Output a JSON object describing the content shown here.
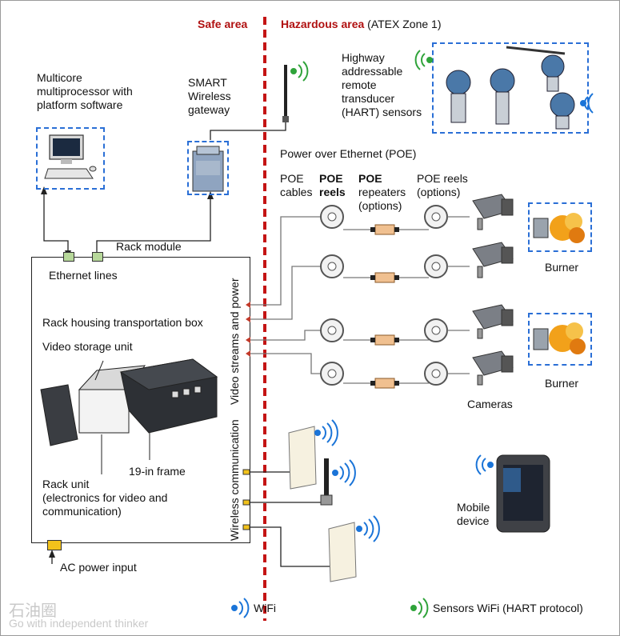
{
  "zones": {
    "safe": "Safe area",
    "hazardous": "Hazardous area",
    "hazardous_note": "(ATEX Zone 1)"
  },
  "labels": {
    "multicore": "Multicore\nmultiprocessor with\nplatform software",
    "gateway": "SMART\nWireless\ngateway",
    "hart": "Highway\naddressable\nremote\ntransducer\n(HART) sensors",
    "poe": "Power over Ethernet (POE)",
    "poe_cables": "POE\ncables",
    "poe_reels": "POE\nreels",
    "poe_repeaters_a": "POE",
    "poe_repeaters_b": "repeaters\n(options)",
    "poe_reels_opt": "POE reels\n(options)",
    "rack_module": "Rack module",
    "ethernet": "Ethernet lines",
    "rack_housing": "Rack housing transportation box",
    "video_storage": "Video storage unit",
    "frame": "19-in frame",
    "rack_unit": "Rack unit\n(electronics for video and\ncommunication)",
    "video_streams": "Video streams and power",
    "wireless_comm": "Wireless communication",
    "burner_1": "Burner",
    "burner_2": "Burner",
    "cameras": "Cameras",
    "mobile": "Mobile\ndevice",
    "ac_power": "AC power input"
  },
  "legend": {
    "wifi": "WiFi",
    "sensors_wifi": "Sensors WiFi (HART protocol)"
  },
  "watermark": {
    "brand": "石油圈",
    "tagline": "Go with independent thinker"
  },
  "icons": {
    "wifi": "wifi-blue-icon",
    "hart_wifi": "wifi-green-icon"
  },
  "colors": {
    "divider": "#c41414",
    "selection_box": "#2a6fd6",
    "wifi_blue": "#1a74d8",
    "wifi_green": "#2fa33a",
    "repeater": "#f0c090",
    "connector_ethernet": "#b7d89a",
    "connector_power": "#f2c21b",
    "port": "#c23a2a"
  }
}
